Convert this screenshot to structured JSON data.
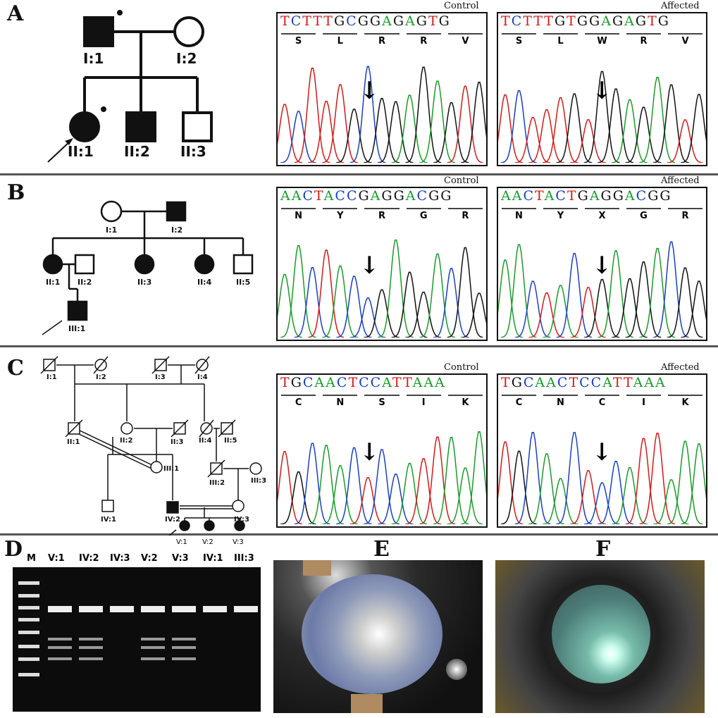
{
  "panels": {
    "a": "A",
    "b": "B",
    "c": "C",
    "d": "D",
    "e": "E",
    "f": "F"
  },
  "A": {
    "pedigree": [
      "I:1",
      "I:2",
      "II:1",
      "II:2",
      "II:3"
    ],
    "control": {
      "title": "Control",
      "seq": "TCTTTGCGGAGAGTG",
      "aa": [
        "S",
        "L",
        "R",
        "R",
        "V"
      ]
    },
    "affected": {
      "title": "Affected",
      "seq": "TCTTTGTGGAGAGTG",
      "aa": [
        "S",
        "L",
        "W",
        "R",
        "V"
      ]
    }
  },
  "B": {
    "pedigree": [
      "I:1",
      "I:2",
      "II:1",
      "II:2",
      "II:3",
      "II:4",
      "II:5",
      "III:1"
    ],
    "control": {
      "title": "Control",
      "seq": "AACTACCGAGGACGG",
      "aa": [
        "N",
        "Y",
        "R",
        "G",
        "R"
      ]
    },
    "affected": {
      "title": "Affected",
      "seq": "AACTACTGAGGACGG",
      "aa": [
        "N",
        "Y",
        "X",
        "G",
        "R"
      ]
    }
  },
  "C": {
    "pedigree": [
      "I:1",
      "I:2",
      "I:3",
      "I:4",
      "II:1",
      "II:2",
      "II:3",
      "II:4",
      "II:5",
      "III:1",
      "III:2",
      "III:3",
      "IV:1",
      "IV:2",
      "IV:3",
      "V:1",
      "V:2",
      "V:3"
    ],
    "control": {
      "title": "Control",
      "seq": "TGCAACTCCATTAAA",
      "aa": [
        "C",
        "N",
        "S",
        "I",
        "K"
      ]
    },
    "affected": {
      "title": "Affected",
      "seq": "TGCAACTCCATTAAA",
      "aa": [
        "C",
        "N",
        "C",
        "I",
        "K"
      ]
    }
  },
  "D": {
    "marker": "M",
    "lanes": [
      "V:1",
      "IV:2",
      "IV:3",
      "V:2",
      "V:3",
      "IV:1",
      "III:3"
    ]
  },
  "colors": {
    "A": "#1a9a2a",
    "C": "#1a3fbf",
    "G": "#111111",
    "T": "#d01a1a"
  }
}
